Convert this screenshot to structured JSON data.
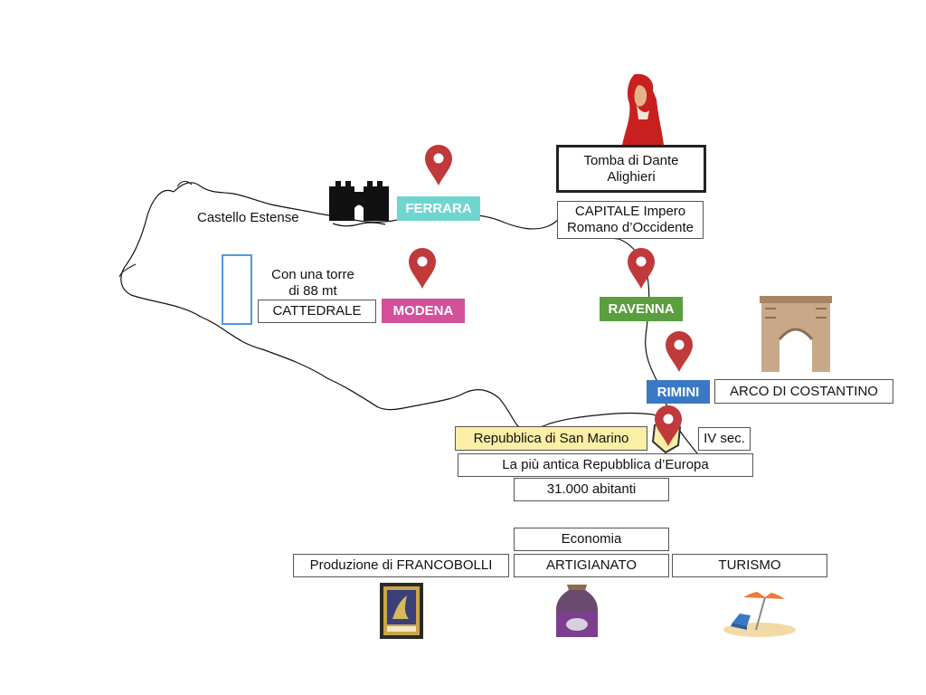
{
  "cities": {
    "ferrara": "FERRARA",
    "modena": "MODENA",
    "ravenna": "RAVENNA",
    "rimini": "RIMINI"
  },
  "labels": {
    "castello": "Castello Estense",
    "torre_1": "Con una torre",
    "torre_2": "di 88 mt",
    "cattedrale": "CATTEDRALE",
    "tomba_1": "Tomba di Dante",
    "tomba_2": "Alighieri",
    "capitale_1": "CAPITALE Impero",
    "capitale_2": "Romano d’Occidente",
    "arco": "ARCO DI COSTANTINO",
    "iv_sec": "IV sec.",
    "san_marino": "Repubblica di San Marino",
    "antica": "La più antica Repubblica d’Europa",
    "abitanti": "31.000  abitanti",
    "economia": "Economia",
    "francobolli": "Produzione di FRANCOBOLLI",
    "artigianato": "ARTIGIANATO",
    "turismo": "TURISMO"
  },
  "colors": {
    "ferrara_tag": "#6fd6cf",
    "modena_tag": "#d4509a",
    "ravenna_tag": "#5a9e3e",
    "rimini_tag": "#3a78c4",
    "san_marino_box": "#fbeea5",
    "pin": "#c0393b",
    "cattedrale_rect": "#4a9ae0"
  },
  "icons": [
    "map-pin-icon",
    "castle-icon",
    "dante-portrait-icon",
    "arch-icon",
    "stamp-icon",
    "vase-icon",
    "beach-umbrella-icon"
  ]
}
